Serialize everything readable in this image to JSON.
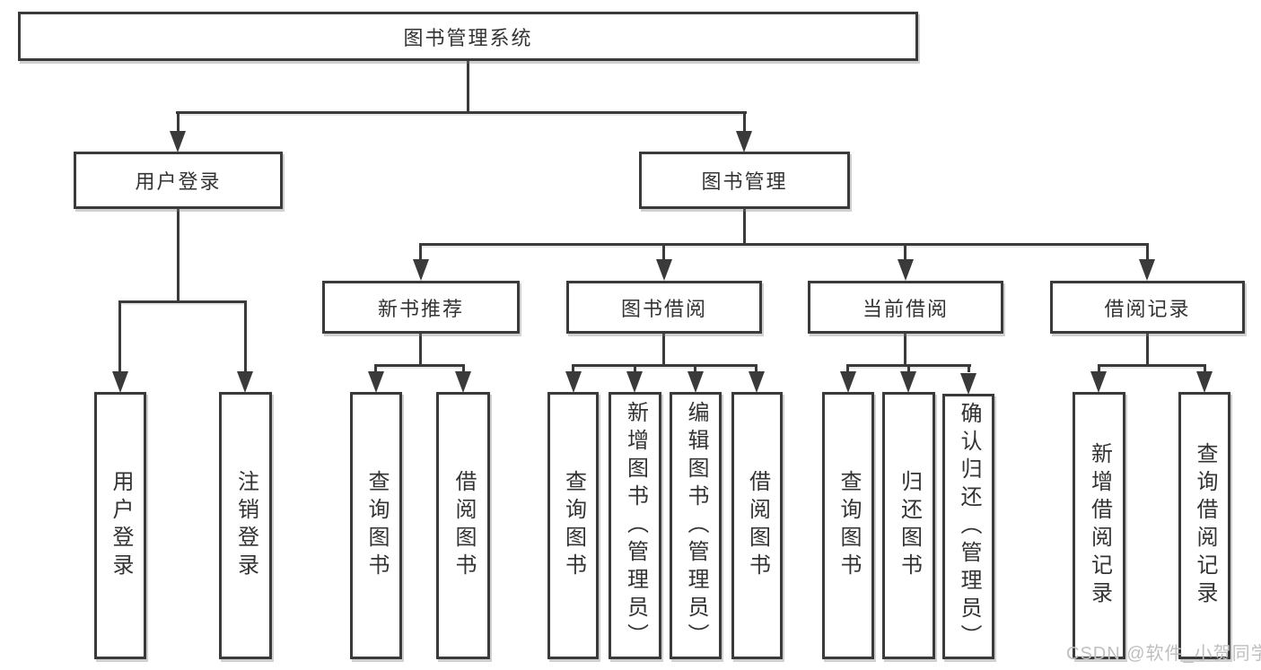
{
  "diagram": {
    "title": "图书管理系统",
    "level2": {
      "user_login": "用户登录",
      "book_mgmt": "图书管理"
    },
    "level3": {
      "new_books": "新书推荐",
      "book_borrow": "图书借阅",
      "current_borrow": "当前借阅",
      "borrow_records": "借阅记录"
    },
    "leaves": {
      "login": [
        "用户登录",
        "注销登录"
      ],
      "new_books": [
        "查询图书",
        "借阅图书"
      ],
      "book_borrow": [
        "查询图书",
        "新增图书（管理员）",
        "编辑图书（管理员）",
        "借阅图书"
      ],
      "current_borrow": [
        "查询图书",
        "归还图书",
        "确认归还（管理员）"
      ],
      "borrow_records": [
        "新增借阅记录",
        "查询借阅记录"
      ]
    }
  },
  "watermark": "CSDN @软件_小贺同学",
  "colors": {
    "line": "#3a3a3a",
    "text": "#333333",
    "background": "#ffffff",
    "watermark": "#bfbfbf"
  }
}
